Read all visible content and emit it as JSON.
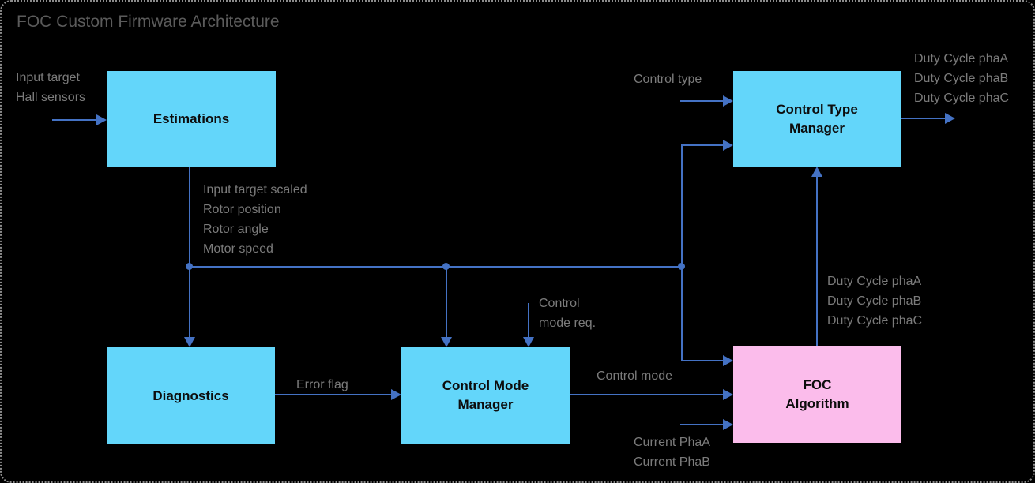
{
  "title": "FOC Custom Firmware Architecture",
  "colors": {
    "background": "#000000",
    "frame_border": "#8c8c8c",
    "block_cyan": "#63d6fa",
    "block_pink": "#fbbceb",
    "connector_blue": "#4472c4",
    "label_gray": "#7b7b7b",
    "title_gray": "#5b5b5b",
    "block_text": "#0d0d0d"
  },
  "blocks": {
    "estimations": {
      "line1": "Estimations"
    },
    "control_type_manager": {
      "line1": "Control Type",
      "line2": "Manager"
    },
    "diagnostics": {
      "line1": "Diagnostics"
    },
    "control_mode_manager": {
      "line1": "Control Mode",
      "line2": "Manager"
    },
    "foc_algorithm": {
      "line1": "FOC",
      "line2": "Algorithm"
    }
  },
  "labels": {
    "input_signals": {
      "lines": [
        "Input target",
        "Hall sensors"
      ]
    },
    "estimation_outputs": {
      "lines": [
        "Input target scaled",
        "Rotor position",
        "Rotor angle",
        "Motor speed"
      ]
    },
    "control_type": "Control type",
    "duty_cycle_out": {
      "lines": [
        "Duty Cycle phaA",
        "Duty Cycle phaB",
        "Duty Cycle phaC"
      ]
    },
    "duty_cycle_feedback": {
      "lines": [
        "Duty Cycle phaA",
        "Duty Cycle phaB",
        "Duty Cycle phaC"
      ]
    },
    "control_mode_req": {
      "lines": [
        "Control",
        "mode req."
      ]
    },
    "error_flag": "Error flag",
    "control_mode": "Control mode",
    "current_inputs": {
      "lines": [
        "Current PhaA",
        "Current PhaB"
      ]
    }
  }
}
